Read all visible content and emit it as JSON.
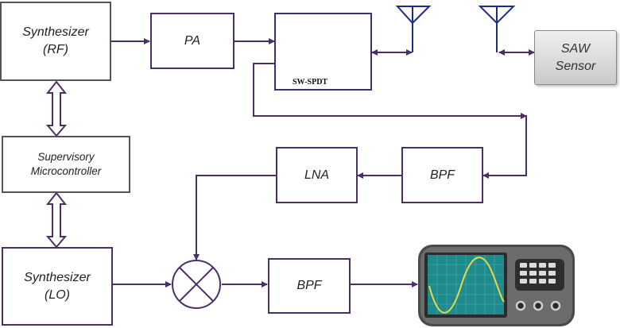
{
  "blocks": {
    "synth_rf": "Synthesizer\n(RF)",
    "pa": "PA",
    "switch": "SW-SPDT",
    "saw": "SAW\nSensor",
    "supervisory": "Supervisory\nMicrocontroller",
    "lna": "LNA",
    "bpf_rx": "BPF",
    "synth_lo": "Synthesizer\n(LO)",
    "bpf_if": "BPF"
  },
  "colors": {
    "line": "#4a2f66",
    "antenna": "#1d2c8c",
    "scope_body": "#5a5a5a",
    "scope_screen": "#1e8a8c",
    "scope_trace": "#e8d84a"
  },
  "icons": [
    "antenna-icon",
    "antenna-icon",
    "mixer-icon",
    "oscilloscope-icon"
  ]
}
